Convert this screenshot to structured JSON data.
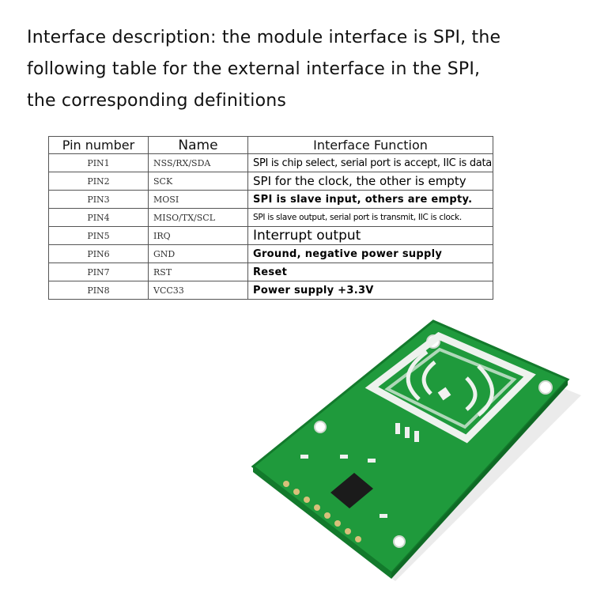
{
  "description": {
    "lines": [
      "Interface description: the module interface is SPI, the",
      "following table for the external interface in the SPI,",
      "the corresponding definitions"
    ]
  },
  "table": {
    "headers": [
      "Pin number",
      "Name",
      "Interface Function"
    ],
    "rows": [
      {
        "pin": "PIN1",
        "name": "NSS/RX/SDA",
        "function": "SPI is chip select, serial port is accept, IIC is data."
      },
      {
        "pin": "PIN2",
        "name": "SCK",
        "function": "SPI for the clock, the other is empty"
      },
      {
        "pin": "PIN3",
        "name": "MOSI",
        "function": "SPI is slave input, others are empty."
      },
      {
        "pin": "PIN4",
        "name": "MISO/TX/SCL",
        "function": "SPI is slave output, serial port is transmit, IIC is clock."
      },
      {
        "pin": "PIN5",
        "name": "IRQ",
        "function": "Interrupt output"
      },
      {
        "pin": "PIN6",
        "name": "GND",
        "function": "Ground, negative power supply"
      },
      {
        "pin": "PIN7",
        "name": "RST",
        "function": "Reset"
      },
      {
        "pin": "PIN8",
        "name": "VCC33",
        "function": "Power supply +3.3V"
      }
    ]
  },
  "photo": {
    "subject": "rfid-module-board",
    "colors": {
      "pcb": "#1f9a3c",
      "pcb_dark": "#137a2c",
      "antenna": "#eef2ee",
      "chip": "#1b1b1b"
    }
  }
}
